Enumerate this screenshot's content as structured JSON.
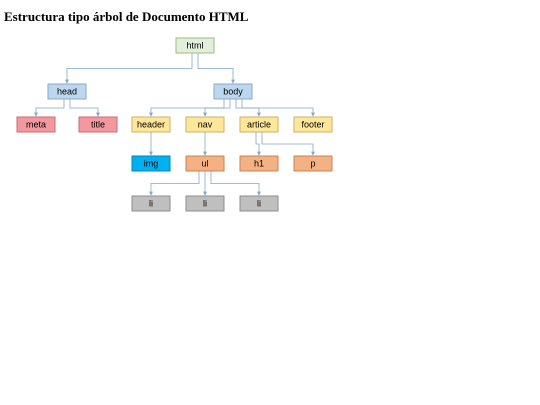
{
  "title": "Estructura tipo árbol de Documento HTML",
  "palette": {
    "html": {
      "fill": "#e2efda",
      "stroke": "#9bbb85"
    },
    "level1": {
      "fill": "#bdd7ee",
      "stroke": "#8aa9c9"
    },
    "meta": {
      "fill": "#f4989f",
      "stroke": "#c96d74"
    },
    "yellow": {
      "fill": "#ffe699",
      "stroke": "#c9b266"
    },
    "img": {
      "fill": "#00b0f0",
      "stroke": "#0085b8"
    },
    "orange": {
      "fill": "#f4b183",
      "stroke": "#c48456"
    },
    "grey": {
      "fill": "#bfbfbf",
      "stroke": "#8c8c8c"
    },
    "edge": "#7fa8cf"
  },
  "nodes": [
    {
      "id": "html",
      "label": "html",
      "parent": null,
      "color": "html"
    },
    {
      "id": "head",
      "label": "head",
      "parent": "html",
      "color": "level1"
    },
    {
      "id": "body",
      "label": "body",
      "parent": "html",
      "color": "level1"
    },
    {
      "id": "meta",
      "label": "meta",
      "parent": "head",
      "color": "meta"
    },
    {
      "id": "title",
      "label": "title",
      "parent": "head",
      "color": "meta"
    },
    {
      "id": "header",
      "label": "header",
      "parent": "body",
      "color": "yellow"
    },
    {
      "id": "nav",
      "label": "nav",
      "parent": "body",
      "color": "yellow"
    },
    {
      "id": "article",
      "label": "article",
      "parent": "body",
      "color": "yellow"
    },
    {
      "id": "footer",
      "label": "footer",
      "parent": "body",
      "color": "yellow"
    },
    {
      "id": "img",
      "label": "img",
      "parent": "header",
      "color": "img"
    },
    {
      "id": "ul",
      "label": "ul",
      "parent": "nav",
      "color": "orange"
    },
    {
      "id": "h1",
      "label": "h1",
      "parent": "article",
      "color": "orange"
    },
    {
      "id": "p",
      "label": "p",
      "parent": "article",
      "color": "orange"
    },
    {
      "id": "li1",
      "label": "li",
      "parent": "ul",
      "color": "grey"
    },
    {
      "id": "li2",
      "label": "li",
      "parent": "ul",
      "color": "grey"
    },
    {
      "id": "li3",
      "label": "li",
      "parent": "ul",
      "color": "grey"
    }
  ]
}
